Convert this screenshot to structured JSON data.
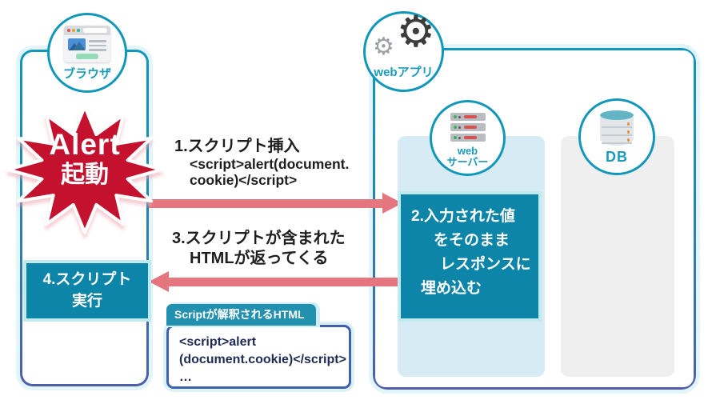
{
  "browser": {
    "label": "ブラウザ",
    "alert_burst": {
      "line1": "Alert",
      "line2": "起動"
    },
    "step4": {
      "line1": "4.スクリプト",
      "line2": "実行"
    }
  },
  "webapp": {
    "label": "webアプリ",
    "webserver": {
      "label_line1": "web",
      "label_line2": "サーバー"
    },
    "db": {
      "label": "DB"
    },
    "step2": {
      "lines": [
        "2.入力された値",
        "をそのまま",
        "レスポンスに",
        "埋め込む"
      ]
    }
  },
  "flow": {
    "step1": {
      "title": "1.スクリプト挿入",
      "code_line1": "<script>alert(document.",
      "code_line2": "cookie)</script>"
    },
    "step3": {
      "line1": "3.スクリプトが含まれた",
      "line2": "HTMLが返ってくる"
    }
  },
  "interpreted_html": {
    "header": "Scriptが解釈されるHTML",
    "code_lines": [
      "<script>alert",
      "(document.cookie)</script>",
      "…"
    ]
  },
  "icons": {
    "browser": "browser-window-icon",
    "webapp": "gears-icon",
    "webserver": "server-rack-icon",
    "db": "database-cylinder-icon",
    "attack": "starburst-shape"
  },
  "colors": {
    "teal_border": "#1097ba",
    "indigo_border": "#4f5ea9",
    "teal_fill": "#0c85a9",
    "panel_blue": "#d7ebf4",
    "panel_gray": "#efeff0",
    "alert_red": "#c3112e",
    "arrow_pink": "#e57680",
    "label_teal": "#1a9bb9",
    "tab_teal": "#2191af",
    "code_border": "#4061ab",
    "code_navy": "#1e2c55"
  }
}
